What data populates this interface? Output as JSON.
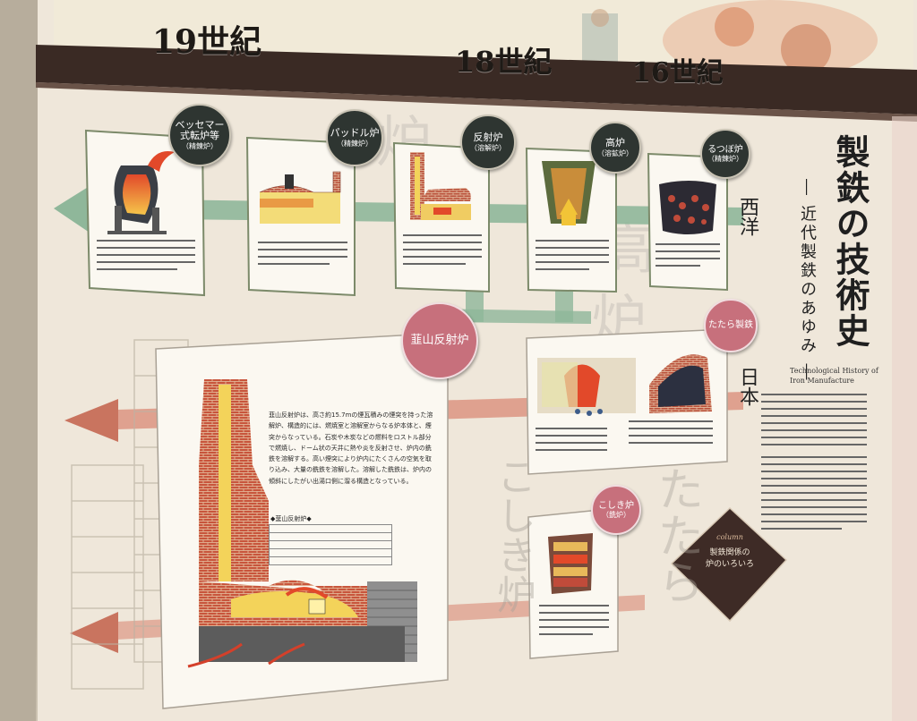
{
  "eras": {
    "c19": "19世紀",
    "c18": "18世紀",
    "c16": "16世紀"
  },
  "panel": {
    "title": "製鉄の技術史",
    "subtitle": "― 近代製鉄のあゆみ ―",
    "english_line1": "Technological History of",
    "english_line2": "Iron Manufacture",
    "region_west": "西洋",
    "region_japan": "日本"
  },
  "furnaces": [
    {
      "name": "ベッセマー式転炉等",
      "type": "（精錬炉）"
    },
    {
      "name": "パッドル炉",
      "type": "（精錬炉）"
    },
    {
      "name": "反射炉",
      "type": "（溶解炉）"
    },
    {
      "name": "高炉",
      "type": "（溶鉱炉）"
    },
    {
      "name": "るつぼ炉",
      "type": "（精錬炉）"
    }
  ],
  "nirayama": {
    "title": "韮山反射炉",
    "body": "韮山反射炉は、高さ約15.7mの煙瓦積みの煙突を持った溶解炉、構造的には、燃焼室と溶解室からなる炉本体と、煙突からなっている。石炭や木炭などの燃料をロストル部分で燃焼し、ドーム状の天井に熱や炎を反射させ、炉内の銑鉄を溶解する。高い煙突により炉内にたくさんの空気を取り込み、大量の銑鉄を溶解した。溶解した銑鉄は、炉内の傾斜にしたがい出湯口側に溜る構造となっている。",
    "spec_heading": "◆韮山反射炉◆"
  },
  "japan": {
    "tatara": "たたら製鉄",
    "koshiki_name": "こしき炉",
    "koshiki_type": "（銑炉）"
  },
  "column": {
    "label": "column",
    "title_line1": "製鉄関係の",
    "title_line2": "炉のいろいろ"
  },
  "watermarks": {
    "koshiki": "こしき炉",
    "tatara": "たたら"
  },
  "colors": {
    "green_arrow": "#8fb79a",
    "red_arrow": "#c9745f",
    "badge_dark": "#2e3531",
    "badge_pink": "#c7707c",
    "brick": "#c8553c"
  }
}
